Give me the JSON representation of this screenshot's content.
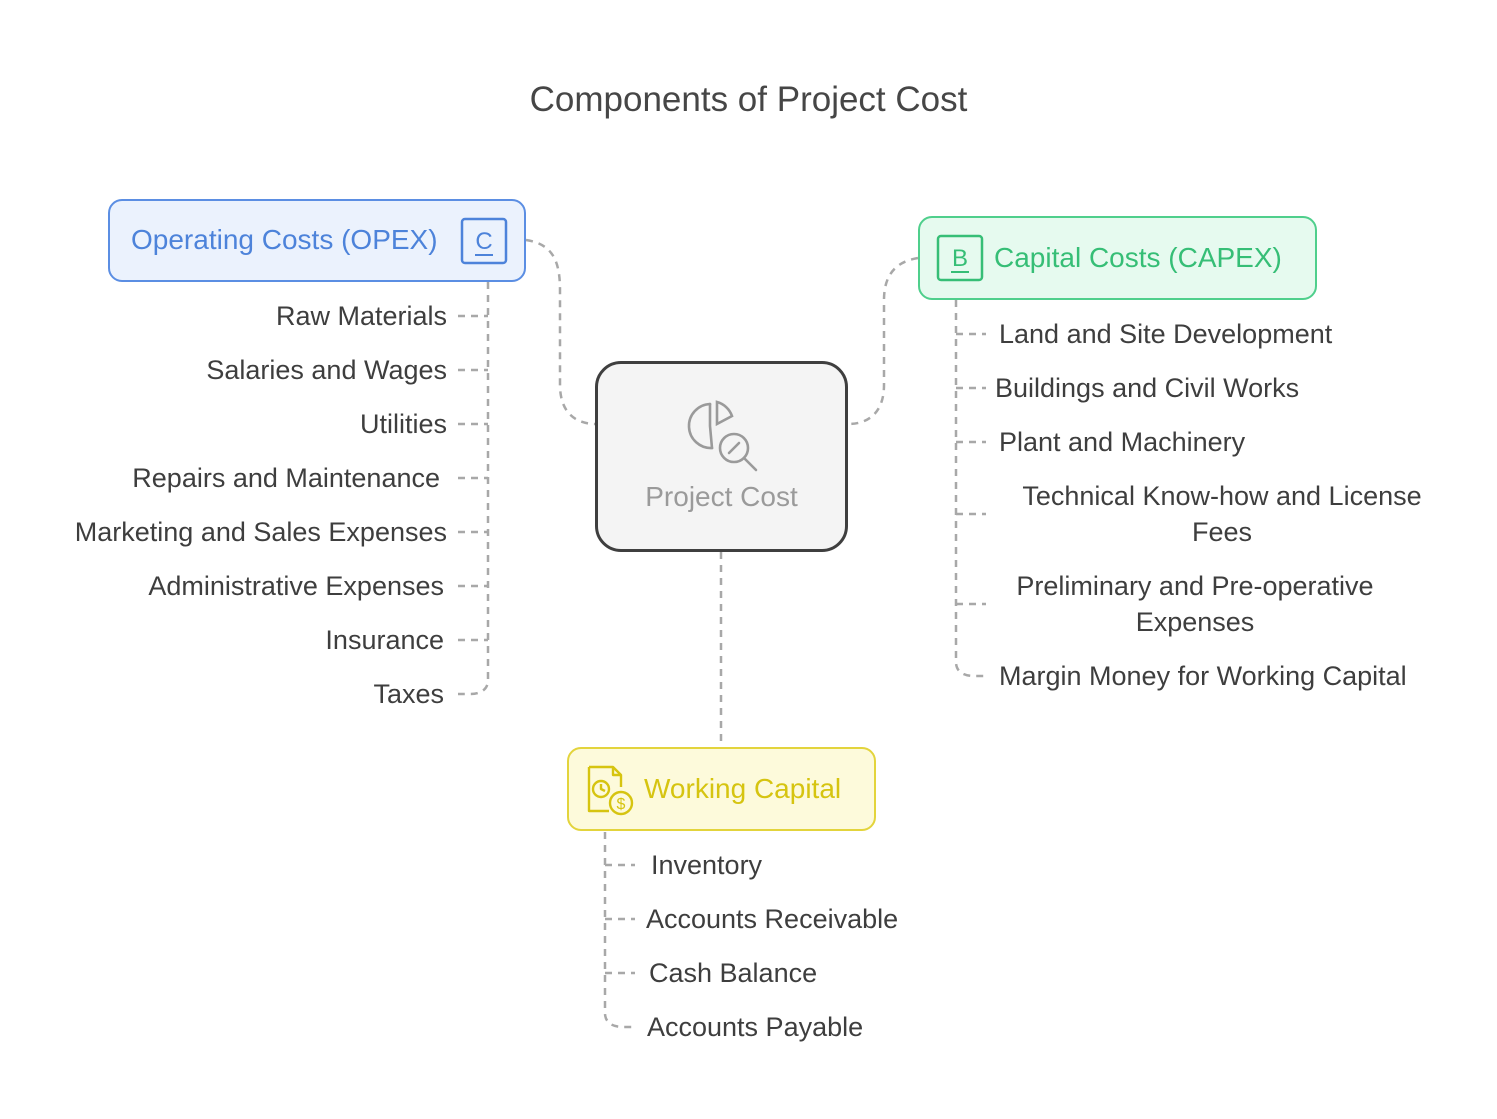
{
  "title": "Components of Project Cost",
  "colors": {
    "opex_border": "#5b8ee3",
    "opex_fill": "#ebf2fd",
    "opex_text": "#4d83da",
    "capex_border": "#4fcf8c",
    "capex_fill": "#e6faef",
    "capex_text": "#36be76",
    "wc_border": "#e3d43c",
    "wc_fill": "#fdfadb",
    "wc_text": "#d6c410",
    "center_border": "#3f3f3f",
    "center_fill": "#f4f4f4",
    "center_text": "#9a9a9a",
    "connector": "#a8a8a8"
  },
  "center": {
    "label": "Project Cost",
    "icon": "pie-chart-magnifier-icon"
  },
  "opex": {
    "label": "Operating Costs (OPEX)",
    "icon": "letter-c-icon",
    "icon_letter": "C",
    "items": [
      "Raw Materials",
      "Salaries and Wages",
      "Utilities",
      "Repairs and Maintenance",
      "Marketing and Sales Expenses",
      "Administrative Expenses",
      "Insurance",
      "Taxes"
    ]
  },
  "capex": {
    "label": "Capital Costs (CAPEX)",
    "icon": "letter-b-icon",
    "icon_letter": "B",
    "items": [
      "Land and Site Development",
      "Buildings and Civil Works",
      "Plant and Machinery",
      "Technical Know-how and License Fees",
      "Preliminary and Pre-operative Expenses",
      "Margin Money for Working Capital"
    ]
  },
  "working_capital": {
    "label": "Working Capital",
    "icon": "document-clock-dollar-icon",
    "items": [
      "Inventory",
      "Accounts Receivable",
      "Cash Balance",
      "Accounts Payable"
    ]
  }
}
